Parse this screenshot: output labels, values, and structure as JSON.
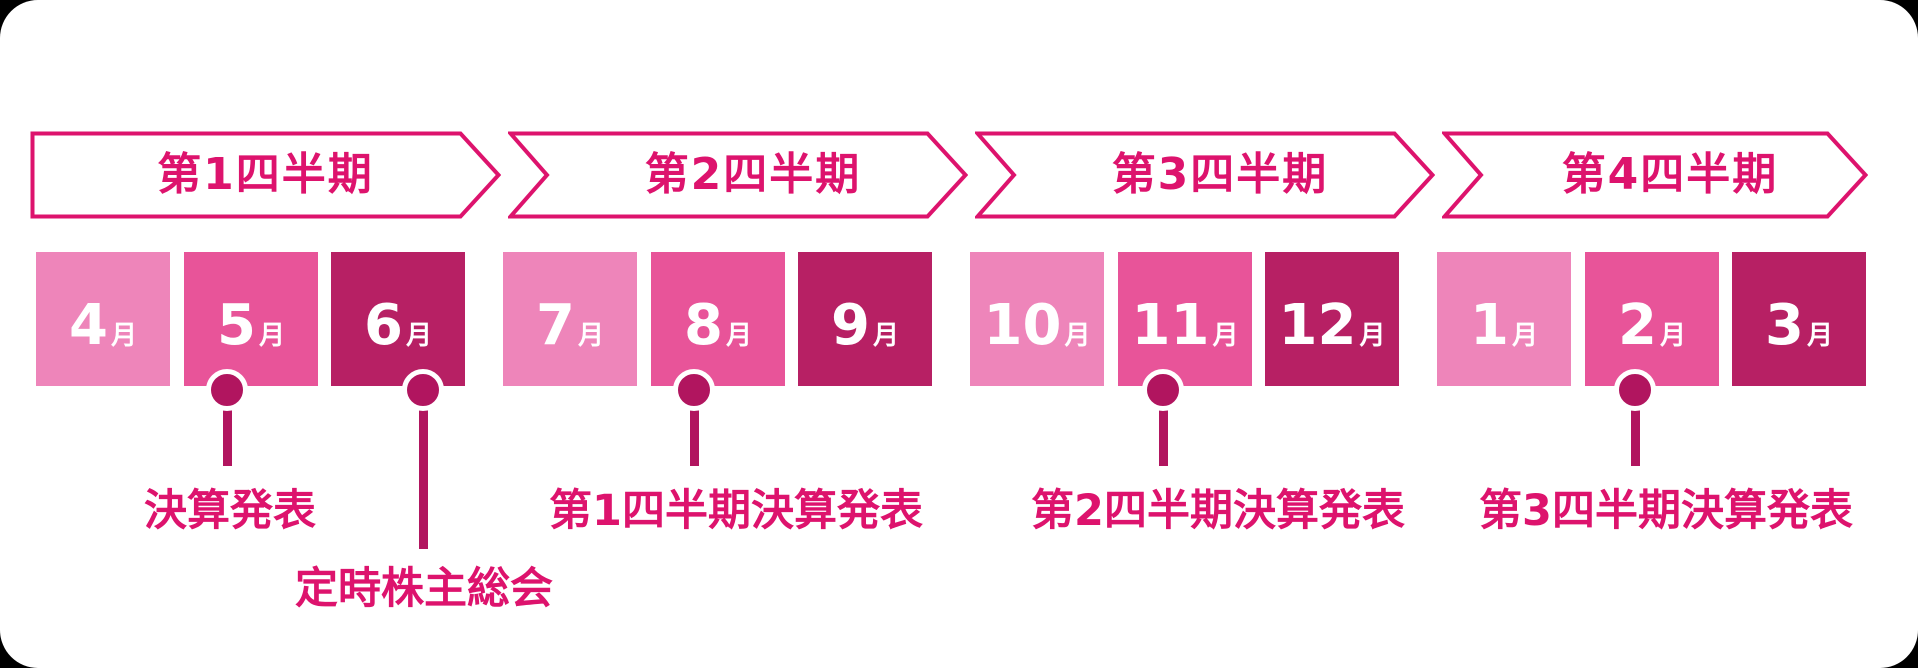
{
  "colors": {
    "accent": "#dd136d",
    "stem": "#b1155f",
    "month_light": "#ee85ba",
    "month_mid": "#e85499",
    "month_dark": "#b72064"
  },
  "quarters": [
    {
      "label": "第1四半期",
      "months": [
        {
          "value": "4",
          "unit": "月"
        },
        {
          "value": "5",
          "unit": "月"
        },
        {
          "value": "6",
          "unit": "月"
        }
      ]
    },
    {
      "label": "第2四半期",
      "months": [
        {
          "value": "7",
          "unit": "月"
        },
        {
          "value": "8",
          "unit": "月"
        },
        {
          "value": "9",
          "unit": "月"
        }
      ]
    },
    {
      "label": "第3四半期",
      "months": [
        {
          "value": "10",
          "unit": "月"
        },
        {
          "value": "11",
          "unit": "月"
        },
        {
          "value": "12",
          "unit": "月"
        }
      ]
    },
    {
      "label": "第4四半期",
      "months": [
        {
          "value": "1",
          "unit": "月"
        },
        {
          "value": "2",
          "unit": "月"
        },
        {
          "value": "3",
          "unit": "月"
        }
      ]
    }
  ],
  "events": [
    {
      "label": "決算発表",
      "month": "5月"
    },
    {
      "label": "定時株主総会",
      "month": "6月"
    },
    {
      "label": "第1四半期決算発表",
      "month": "8月"
    },
    {
      "label": "第2四半期決算発表",
      "month": "11月"
    },
    {
      "label": "第3四半期決算発表",
      "month": "2月"
    }
  ]
}
